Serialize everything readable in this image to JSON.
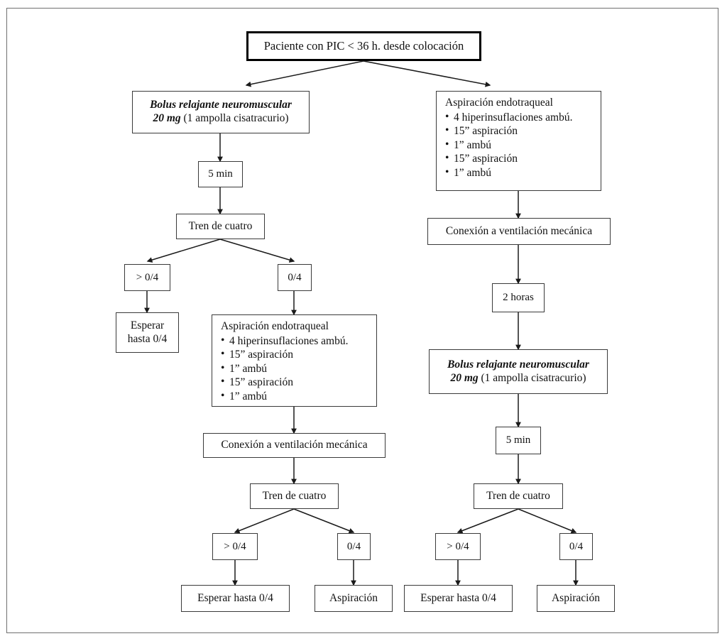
{
  "diagram": {
    "title_box": {
      "label": "Paciente con PIC < 36 h. desde colocación"
    },
    "left_branch": {
      "bolus": {
        "line1": "Bolus relajante neuromuscular",
        "dose": "20 mg",
        "rest": " (1 ampolla cisatracurio)"
      },
      "wait_5min": "5 min",
      "tof_1": "Tren de cuatro",
      "tof_1_out_gt": "> 0/4",
      "tof_1_out_zero": "0/4",
      "esperar_1_line1": "Esperar",
      "esperar_1_line2": "hasta 0/4",
      "aspiracion_box": {
        "title": "Aspiración endotraqueal",
        "items": [
          "4 hiperinsuflaciones ambú.",
          "15” aspiración",
          "1” ambú",
          "15” aspiración",
          "1” ambú"
        ]
      },
      "conexion": "Conexión a ventilación mecánica",
      "tof_2": "Tren de cuatro",
      "tof_2_out_gt": "> 0/4",
      "tof_2_out_zero": "0/4",
      "esperar_final": "Esperar hasta 0/4",
      "aspiracion_final": "Aspiración"
    },
    "right_branch": {
      "aspiracion_box": {
        "title": "Aspiración endotraqueal",
        "items": [
          "4 hiperinsuflaciones ambú.",
          "15” aspiración",
          "1” ambú",
          "15” aspiración",
          "1” ambú"
        ]
      },
      "conexion": "Conexión a ventilación mecánica",
      "wait_2h": "2 horas",
      "bolus": {
        "line1": "Bolus relajante neuromuscular",
        "dose": "20 mg",
        "rest": " (1 ampolla cisatracurio)"
      },
      "wait_5min": "5 min",
      "tof": "Tren de cuatro",
      "tof_out_gt": "> 0/4",
      "tof_out_zero": "0/4",
      "esperar_final": "Esperar hasta 0/4",
      "aspiracion_final": "Aspiración"
    }
  },
  "colors": {
    "frame": "#6f6f6f",
    "box_border": "#3a3a3a",
    "thick_border": "#000000",
    "connector": "#1a1a1a",
    "text": "#111111",
    "background": "#ffffff"
  }
}
